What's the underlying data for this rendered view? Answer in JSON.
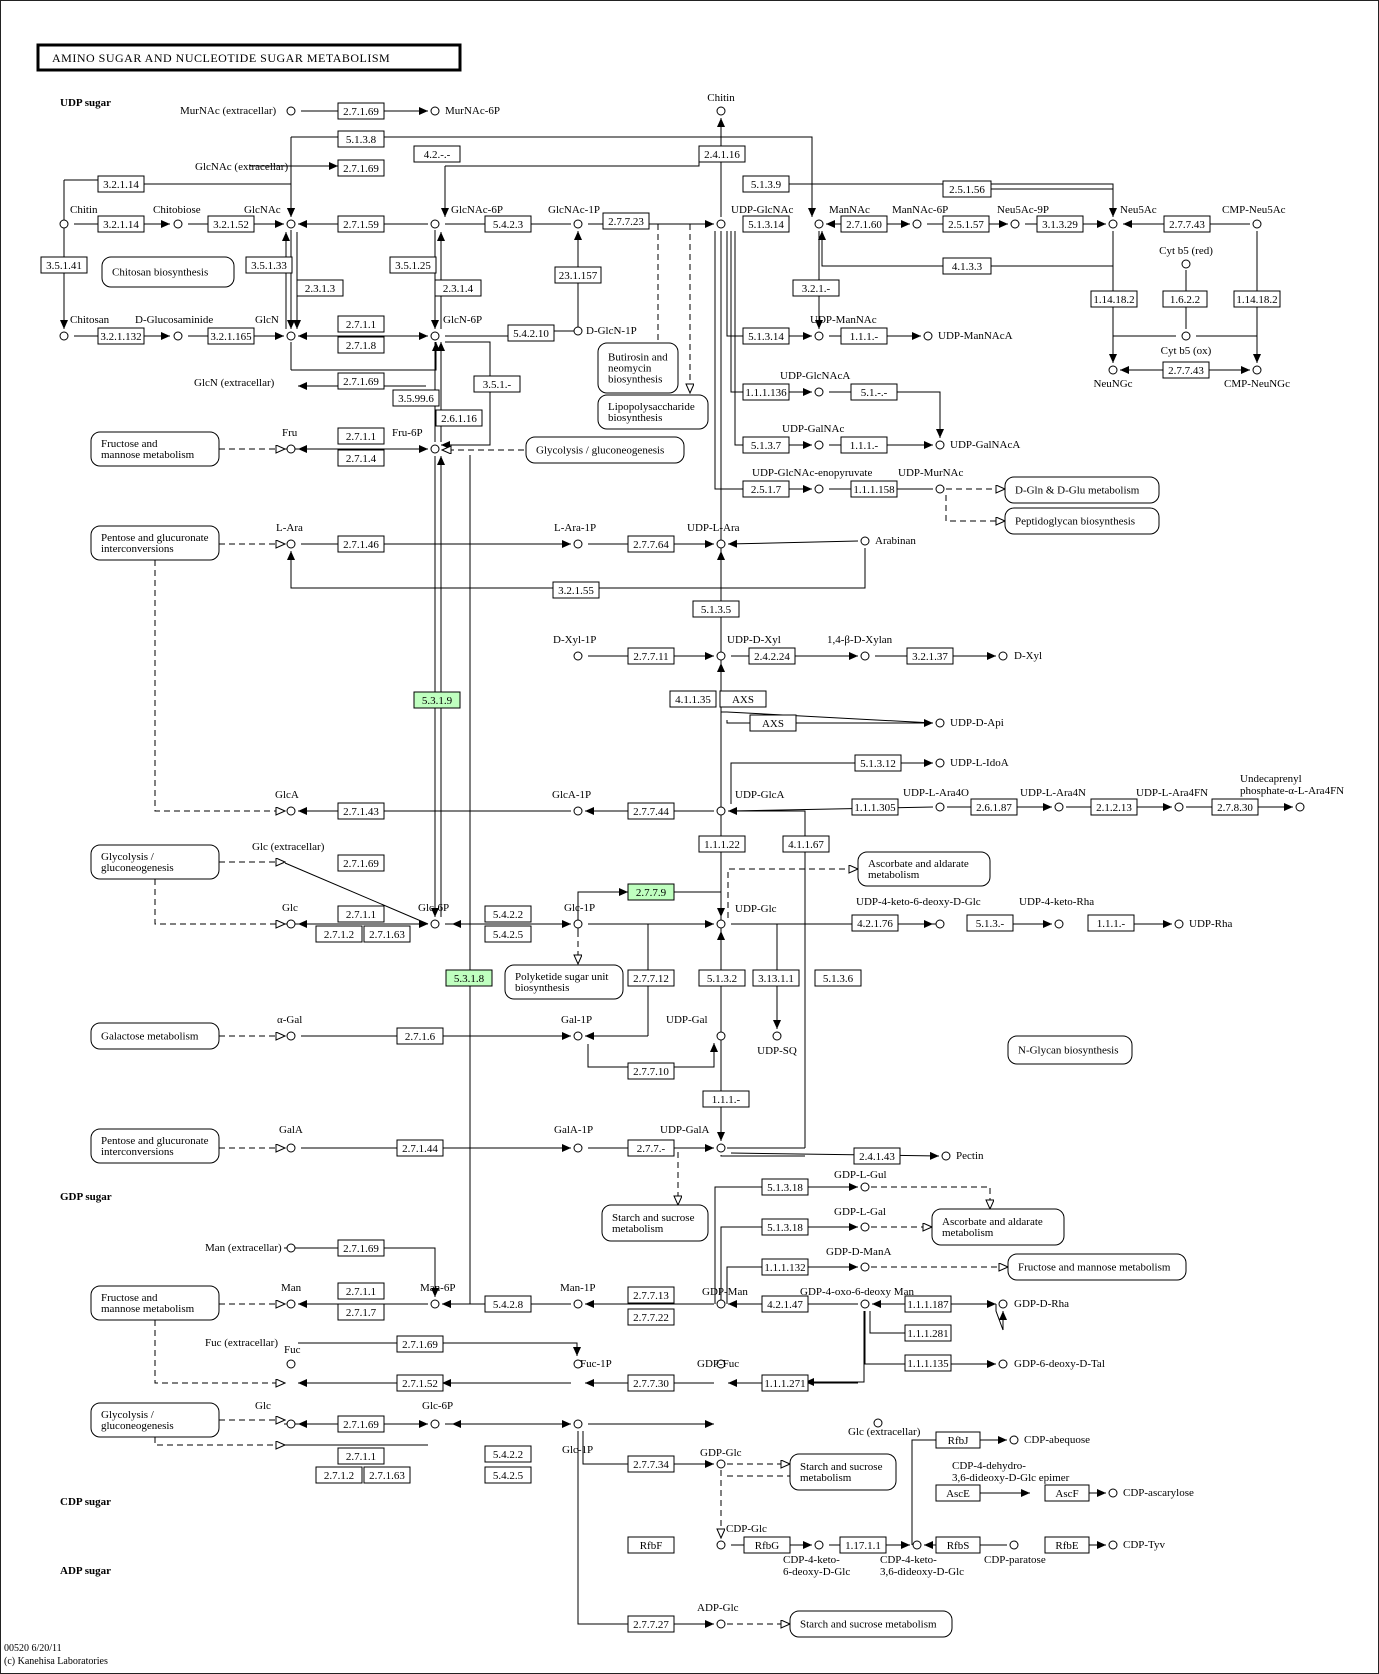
{
  "title": "AMINO SUGAR AND NUCLEOTIDE SUGAR METABOLISM",
  "sections": [
    "UDP sugar",
    "GDP sugar",
    "CDP sugar",
    "ADP sugar"
  ],
  "footer": {
    "map_id": "00520 6/20/11",
    "copyright": "(c) Kanehisa Laboratories"
  },
  "compounds": [
    "MurNAc (extracellar)",
    "MurNAc-6P",
    "Chitin",
    "GlcNAc (extracellar)",
    "Chitin",
    "Chitobiose",
    "GlcNAc",
    "GlcNAc-6P",
    "GlcNAc-1P",
    "UDP-GlcNAc",
    "ManNAc",
    "ManNAc-6P",
    "Neu5Ac-9P",
    "Neu5Ac",
    "CMP-Neu5Ac",
    "Cyt b5 (red)",
    "Chitosan",
    "D-Glucosaminide",
    "GlcN",
    "GlcN-6P",
    "D-GlcN-1P",
    "UDP-ManNAc",
    "UDP-ManNAcA",
    "Cyt b5 (ox)",
    "GlcN (extracellar)",
    "UDP-GlcNAcA",
    "NeuNGc",
    "CMP-NeuNGc",
    "Fru",
    "Fru-6P",
    "UDP-GalNAc",
    "UDP-GalNAcA",
    "UDP-GlcNAc-enopyruvate",
    "UDP-MurNAc",
    "L-Ara",
    "L-Ara-1P",
    "UDP-L-Ara",
    "Arabinan",
    "D-Xyl-1P",
    "UDP-D-Xyl",
    "1,4-β-D-Xylan",
    "D-Xyl",
    "UDP-D-Api",
    "UDP-L-IdoA",
    "GlcA",
    "GlcA-1P",
    "UDP-GlcA",
    "UDP-L-Ara4O",
    "UDP-L-Ara4N",
    "UDP-L-Ara4FN",
    "Undecaprenyl",
    "phosphate-α-L-Ara4FN",
    "Glc (extracellar)",
    "Glc",
    "Glc-6P",
    "Glc-1P",
    "UDP-Glc",
    "UDP-4-keto-6-deoxy-D-Glc",
    "UDP-4-keto-Rha",
    "UDP-Rha",
    "α-Gal",
    "Gal-1P",
    "UDP-Gal",
    "UDP-SQ",
    "GalA",
    "GalA-1P",
    "UDP-GalA",
    "Pectin",
    "GDP-L-Gul",
    "GDP-L-Gal",
    "GDP-D-ManA",
    "Man (extracellar)",
    "Man",
    "Man-6P",
    "Man-1P",
    "GDP-Man",
    "GDP-4-oxo-6-deoxy Man",
    "GDP-D-Rha",
    "Fuc (extracellar)",
    "Fuc",
    "Fuc-1P",
    "GDP-Fuc",
    "GDP-6-deoxy-D-Tal",
    "Glc (extracellar)",
    "Glc",
    "Glc-6P",
    "Glc-1P",
    "GDP-Glc",
    "CDP-abequose",
    "CDP-4-dehydro-",
    "3,6-dideoxy-D-Glc epimer",
    "CDP-ascarylose",
    "CDP-Glc",
    "CDP-4-keto-",
    "6-deoxy-D-Glc",
    "CDP-4-keto-",
    "3,6-dideoxy-D-Glc",
    "CDP-paratose",
    "CDP-Tyv",
    "ADP-Glc"
  ],
  "enzymes": [
    "2.7.1.69",
    "4.2.-.-",
    "5.1.3.8",
    "2.4.1.16",
    "2.7.1.69",
    "5.1.3.9",
    "2.5.1.56",
    "3.2.1.14",
    "3.2.1.14",
    "3.2.1.52",
    "2.7.1.59",
    "5.4.2.3",
    "2.7.7.23",
    "5.1.3.14",
    "2.7.1.60",
    "2.5.1.57",
    "3.1.3.29",
    "2.7.7.43",
    "3.5.1.41",
    "3.5.1.33",
    "3.5.1.25",
    "23.1.157",
    "4.1.3.3",
    "2.3.1.3",
    "2.3.1.4",
    "3.2.1.-",
    "1.14.18.2",
    "1.6.2.2",
    "1.14.18.2",
    "3.2.1.132",
    "3.2.1.165",
    "2.7.1.1",
    "2.7.1.8",
    "5.4.2.10",
    "5.1.3.14",
    "1.1.1.-",
    "2.7.7.43",
    "2.7.1.69",
    "3.5.1.-",
    "1.1.1.136",
    "5.1.-.-",
    "3.5.99.6",
    "2.6.1.16",
    "2.7.1.1",
    "2.7.1.4",
    "5.1.3.7",
    "1.1.1.-",
    "2.5.1.7",
    "1.1.1.158",
    "2.7.1.46",
    "2.7.7.64",
    "3.2.1.55",
    "5.1.3.5",
    "2.7.7.11",
    "2.4.2.24",
    "3.2.1.37",
    "4.1.1.35",
    "AXS",
    "AXS",
    "5.3.1.9",
    "5.1.3.12",
    "2.7.1.43",
    "2.7.7.44",
    "1.1.1.305",
    "2.6.1.87",
    "2.1.2.13",
    "2.7.8.30",
    "1.1.1.22",
    "4.1.1.67",
    "2.7.1.69",
    "2.7.7.9",
    "2.7.1.1",
    "2.7.1.2",
    "2.7.1.63",
    "5.4.2.2",
    "5.4.2.5",
    "4.2.1.76",
    "5.1.3.-",
    "1.1.1.-",
    "5.3.1.8",
    "2.7.7.12",
    "5.1.3.2",
    "3.13.1.1",
    "5.1.3.6",
    "2.7.1.6",
    "2.7.7.10",
    "1.1.1.-",
    "2.7.1.44",
    "2.7.7.-",
    "2.4.1.43",
    "5.1.3.18",
    "5.1.3.18",
    "1.1.1.132",
    "2.7.1.69",
    "2.7.1.1",
    "2.7.1.7",
    "5.4.2.8",
    "2.7.7.13",
    "2.7.7.22",
    "4.2.1.47",
    "1.1.1.187",
    "1.1.1.281",
    "2.7.1.69",
    "2.7.1.52",
    "2.7.7.30",
    "1.1.1.271",
    "1.1.1.135",
    "2.7.1.69",
    "2.7.1.1",
    "2.7.1.2",
    "2.7.1.63",
    "5.4.2.2",
    "5.4.2.5",
    "2.7.7.34",
    "RfbJ",
    "AscE",
    "AscF",
    "RfbF",
    "RfbG",
    "1.17.1.1",
    "RfbS",
    "RfbE",
    "2.7.7.27"
  ],
  "maps": [
    "Chitosan biosynthesis",
    "Butirosin and",
    "neomycin",
    "biosynthesis",
    "Lipopolysaccharide",
    "biosynthesis",
    "Fructose and",
    "mannose metabolism",
    "Glycolysis / gluconeogenesis",
    "D-Gln & D-Glu metabolism",
    "Peptidoglycan biosynthesis",
    "Pentose and glucuronate",
    "interconversions",
    "Glycolysis /",
    "gluconeogenesis",
    "Ascorbate and aldarate",
    "metabolism",
    "Polyketide sugar unit",
    "biosynthesis",
    "Galactose metabolism",
    "N-Glycan biosynthesis",
    "Pentose and glucuronate",
    "interconversions",
    "Starch and sucrose",
    "metabolism",
    "Ascorbate and aldarate",
    "metabolism",
    "Fructose and mannose metabolism",
    "Fructose and",
    "mannose metabolism",
    "Glycolysis /",
    "gluconeogenesis",
    "Starch and sucrose",
    "metabolism",
    "Starch and sucrose metabolism"
  ],
  "colors": {
    "highlight": "#bfffbf",
    "stroke": "#000000",
    "background": "#ffffff"
  }
}
